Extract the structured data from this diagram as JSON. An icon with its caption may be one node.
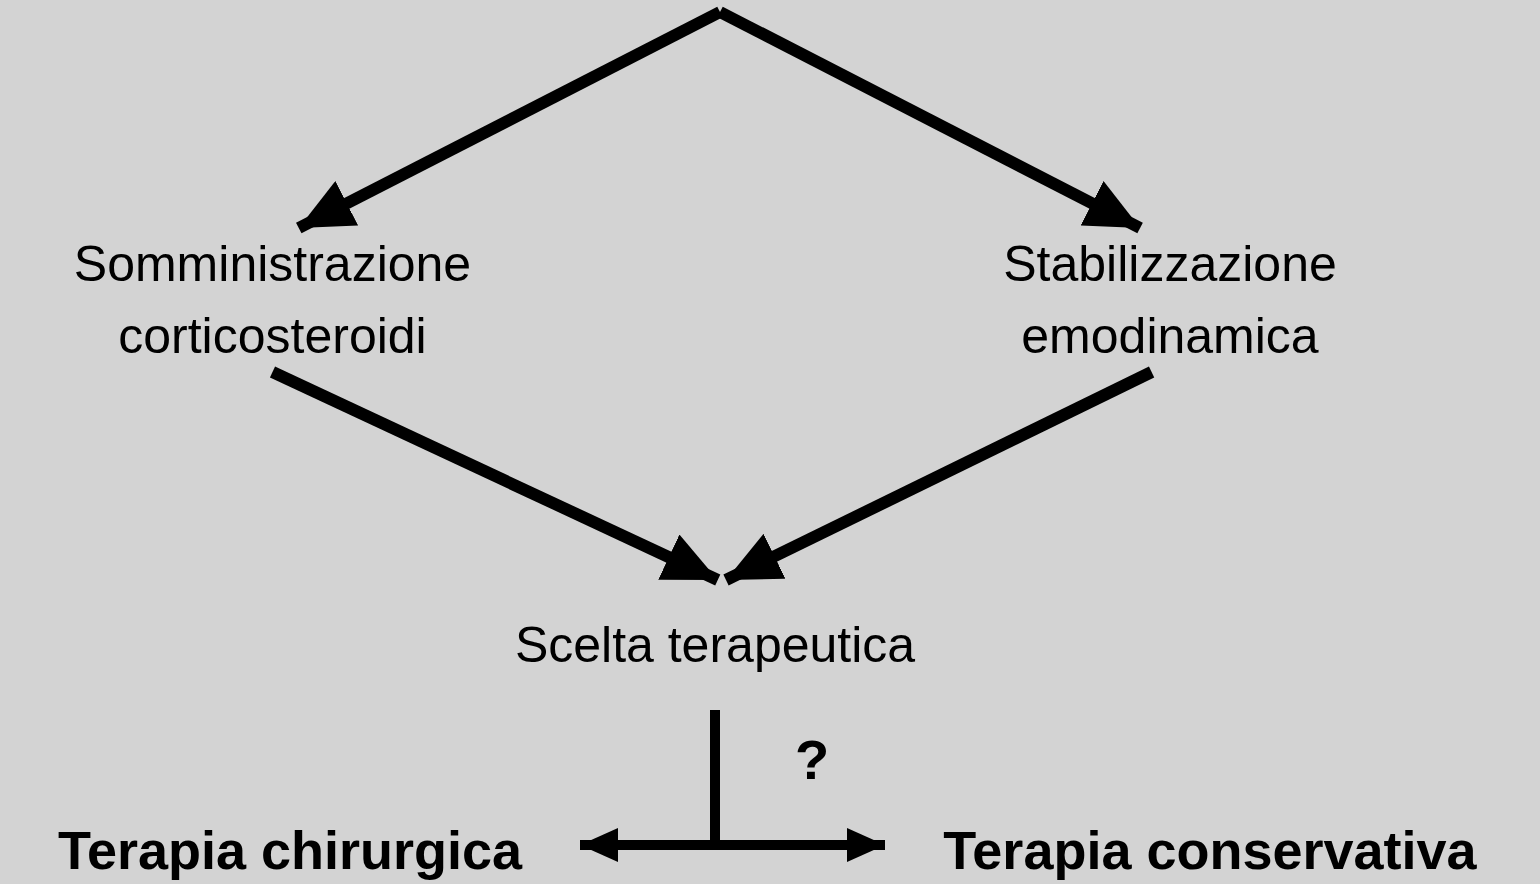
{
  "diagram": {
    "nodes": [
      {
        "text": [
          "Somministrazione corticosteroidi"
        ]
      },
      {
        "text": [
          "Stabilizzazione emodinamica"
        ]
      },
      {
        "text": [
          "Scelta terapeutica"
        ]
      },
      {
        "text": [
          "Terapia chirurgica"
        ]
      },
      {
        "text": [
          "Terapia conservativa"
        ]
      }
    ],
    "edges": [
      {
        "from": null,
        "to": 0,
        "arrow": "to"
      },
      {
        "from": null,
        "to": 1,
        "arrow": "to"
      },
      {
        "from": 0,
        "to": 2,
        "arrow": "to"
      },
      {
        "from": 1,
        "to": 2,
        "arrow": "to"
      },
      {
        "from": 2,
        "to": 3,
        "arrow": "to"
      },
      {
        "from": 2,
        "to": 4,
        "arrow": "to"
      }
    ],
    "labels": [
      "?"
    ]
  }
}
